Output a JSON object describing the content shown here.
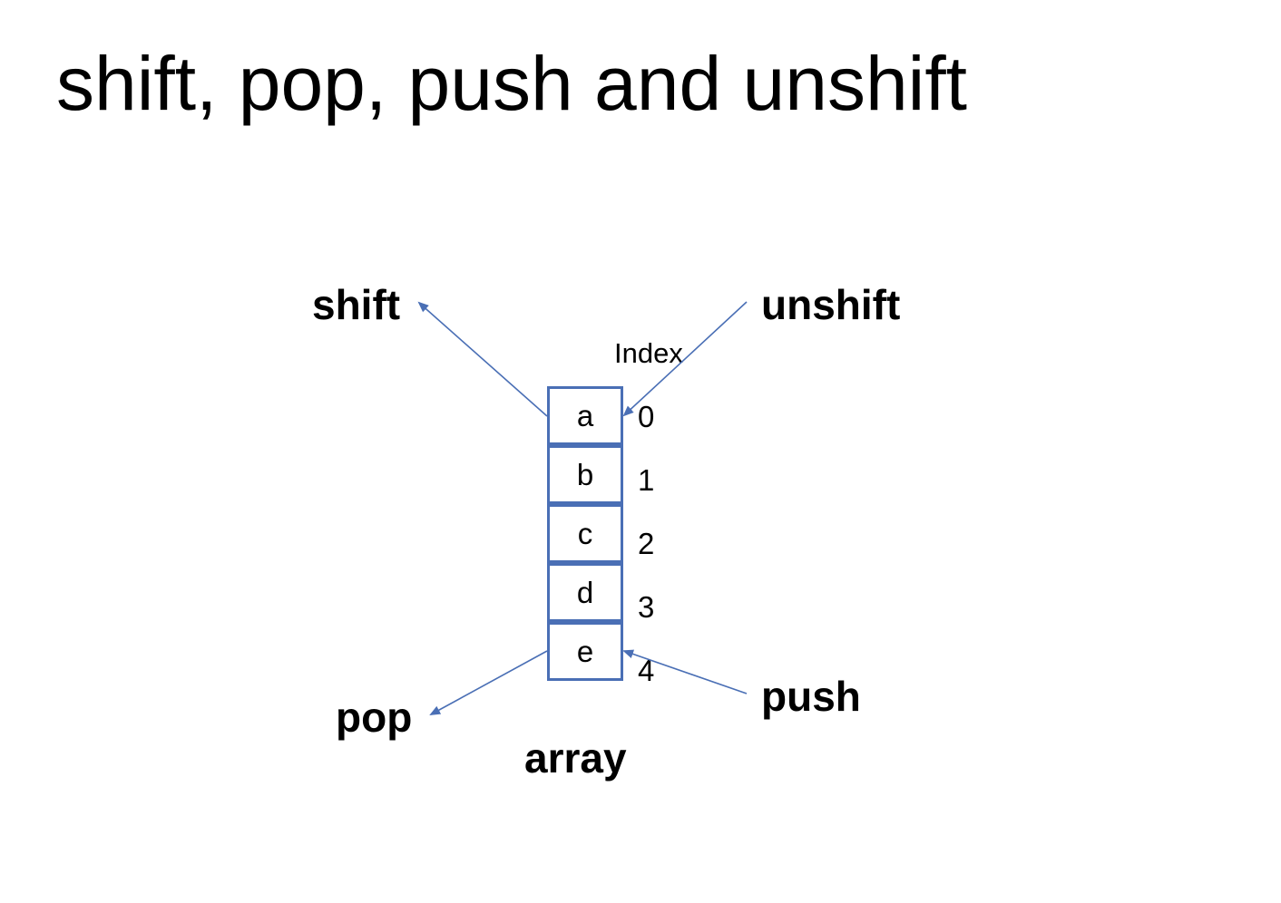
{
  "title": "shift, pop, push and unshift",
  "operations": {
    "shift": "shift",
    "unshift": "unshift",
    "pop": "pop",
    "push": "push"
  },
  "array_label": "array",
  "index_header": "Index",
  "cells": [
    "a",
    "b",
    "c",
    "d",
    "e"
  ],
  "indices": [
    "0",
    "1",
    "2",
    "3",
    "4"
  ],
  "colors": {
    "cell_border": "#4a6fb5",
    "arrow": "#4a6fb5"
  }
}
